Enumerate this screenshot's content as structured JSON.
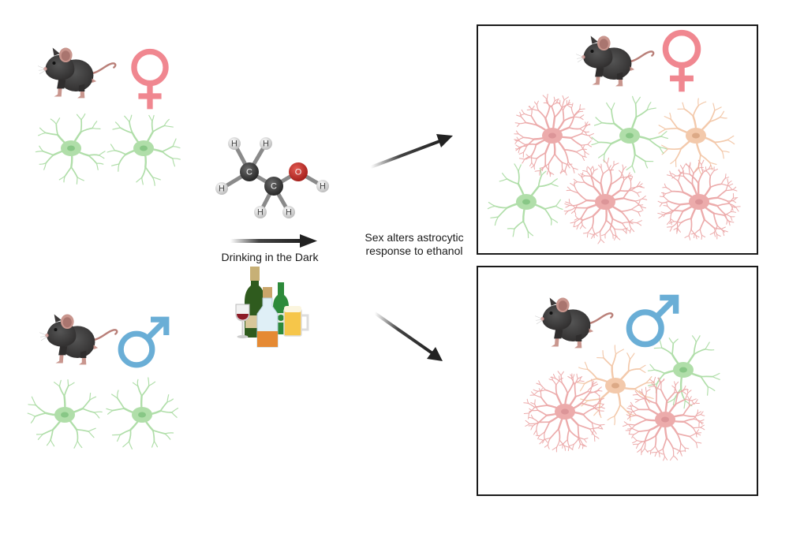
{
  "figure": {
    "title": "Sex alters astrocytic response to ethanol",
    "treatment_label": "Drinking in the Dark",
    "outcome_label_line1": "Sex alters astrocytic",
    "outcome_label_line2": "response to ethanol"
  },
  "molecule": {
    "name": "ethanol",
    "atoms": [
      {
        "symbol": "H"
      },
      {
        "symbol": "H"
      },
      {
        "symbol": "C"
      },
      {
        "symbol": "H"
      },
      {
        "symbol": "C"
      },
      {
        "symbol": "O"
      },
      {
        "symbol": "H"
      },
      {
        "symbol": "H"
      },
      {
        "symbol": "H"
      }
    ]
  },
  "groups": [
    {
      "sex": "female",
      "condition": "baseline",
      "astrocytes": [
        "resting",
        "resting"
      ]
    },
    {
      "sex": "male",
      "condition": "baseline",
      "astrocytes": [
        "resting",
        "resting"
      ]
    },
    {
      "sex": "female",
      "condition": "ethanol",
      "astrocytes": [
        "reactive",
        "resting",
        "intermediate",
        "resting",
        "reactive",
        "reactive"
      ]
    },
    {
      "sex": "male",
      "condition": "ethanol",
      "astrocytes": [
        "intermediate",
        "resting",
        "reactive",
        "reactive"
      ]
    }
  ],
  "colors": {
    "female": "#f08790",
    "male": "#6aaed6",
    "resting_astrocyte": "#a8dba0",
    "reactive_astrocyte": "#eba3a3",
    "intermediate_astrocyte": "#f2c4a3",
    "mouse": "#3b3838",
    "arrow": "#222222",
    "oxygen": "#c0302b",
    "carbon": "#3a3a3a",
    "hydrogen": "#d8d8d8"
  }
}
